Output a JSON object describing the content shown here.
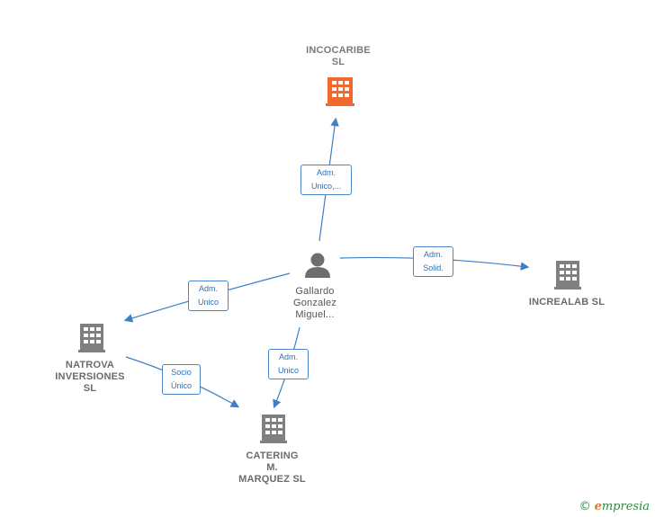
{
  "nodes": {
    "incocaribe": {
      "line1": "INCOCARIBE",
      "line2": "SL"
    },
    "person": {
      "line1": "Gallardo",
      "line2": "Gonzalez",
      "line3": "Miguel..."
    },
    "increalab": {
      "line1": "INCREALAB  SL"
    },
    "natrova": {
      "line1": "NATROVA",
      "line2": "INVERSIONES",
      "line3": "SL"
    },
    "catering": {
      "line1": "CATERING",
      "line2": "M.",
      "line3": "MARQUEZ  SL"
    }
  },
  "edges": {
    "to_incocaribe": {
      "line1": "Adm.",
      "line2": "Unico,..."
    },
    "to_increalab": {
      "line1": "Adm.",
      "line2": "Solid."
    },
    "to_natrova": {
      "line1": "Adm.",
      "line2": "Unico"
    },
    "to_catering": {
      "line1": "Adm.",
      "line2": "Unico"
    },
    "natrova_to_catering": {
      "line1": "Socio",
      "line2": "Único"
    }
  },
  "footer": {
    "copyright": "©",
    "brand_e": "e",
    "brand_rest": "mpresia"
  },
  "colors": {
    "focus_building": "#f0692f",
    "building": "#808080",
    "edge": "#3f7fc4"
  }
}
